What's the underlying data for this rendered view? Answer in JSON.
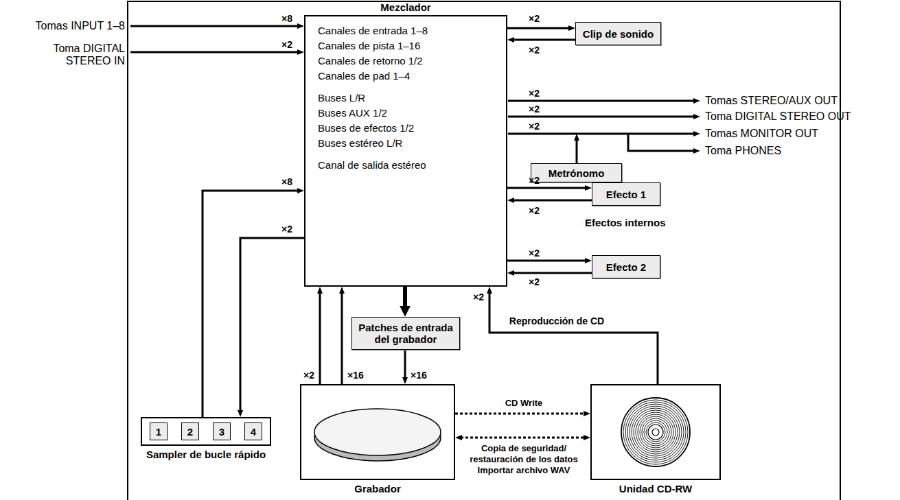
{
  "diagram": {
    "nodes": [
      {
        "text": [
          "Mezclador",
          "Canales de entrada 1–8",
          "Canales de pista 1–16",
          "Canales de retorno 1/2",
          "Canales de pad 1–4",
          "Buses L/R",
          "Buses AUX 1/2",
          "Buses de efectos 1/2",
          "Buses estéreo L/R",
          "Canal de salida estéreo"
        ]
      },
      {
        "text": [
          "Clip de sonido"
        ]
      },
      {
        "text": [
          "Metrónomo"
        ]
      },
      {
        "text": [
          "Efecto 1"
        ]
      },
      {
        "text": [
          "Efecto 2"
        ]
      },
      {
        "text": [
          "Patches de entrada del grabador"
        ]
      },
      {
        "text": [
          "Sampler de bucle rápido"
        ]
      },
      {
        "text": [
          "1"
        ],
        "in": 6
      },
      {
        "text": [
          "2"
        ],
        "in": 6
      },
      {
        "text": [
          "3"
        ],
        "in": 6
      },
      {
        "text": [
          "4"
        ],
        "in": 6
      },
      {
        "text": [
          "Grabador"
        ]
      },
      {
        "text": [
          "Unidad CD-RW"
        ]
      }
    ],
    "edges": [
      {
        "from": 0,
        "to": 1,
        "arrow": "to"
      },
      {
        "from": 1,
        "to": 0,
        "arrow": "to"
      },
      {
        "from": 0,
        "to": 3,
        "arrow": "to"
      },
      {
        "from": 3,
        "to": 0,
        "arrow": "to"
      },
      {
        "from": 0,
        "to": 4,
        "arrow": "to"
      },
      {
        "from": 4,
        "to": 0,
        "arrow": "to"
      },
      {
        "from": 6,
        "to": 0,
        "arrow": "to"
      },
      {
        "from": 0,
        "to": 6,
        "arrow": "to"
      },
      {
        "from": 0,
        "to": 5,
        "arrow": "to"
      },
      {
        "from": 5,
        "to": 11,
        "arrow": "to"
      },
      {
        "from": 11,
        "to": 0,
        "arrow": "to"
      },
      {
        "from": 11,
        "to": 0,
        "arrow": "to"
      },
      {
        "from": 12,
        "to": 0,
        "arrow": "to",
        "label": "Reproducción de CD"
      },
      {
        "from": 11,
        "to": 12,
        "arrow": "to",
        "label": "CD Write"
      },
      {
        "from": 11,
        "to": 12,
        "arrow": "both",
        "label": "Copia de seguridad/ restauración de los datos Importar archivo WAV"
      }
    ],
    "labels": [
      "Tomas INPUT 1–8",
      "Toma DIGITAL STEREO IN",
      "×8",
      "×2",
      "×2",
      "×2",
      "Tomas STEREO/AUX OUT",
      "×2",
      "Toma DIGITAL STEREO OUT",
      "×2",
      "Tomas MONITOR OUT",
      "×2",
      "Toma PHONES",
      "×2",
      "×2",
      "Efectos internos",
      "×2",
      "×2",
      "×8",
      "×2",
      "×2",
      "×2",
      "×16",
      "×16"
    ]
  }
}
